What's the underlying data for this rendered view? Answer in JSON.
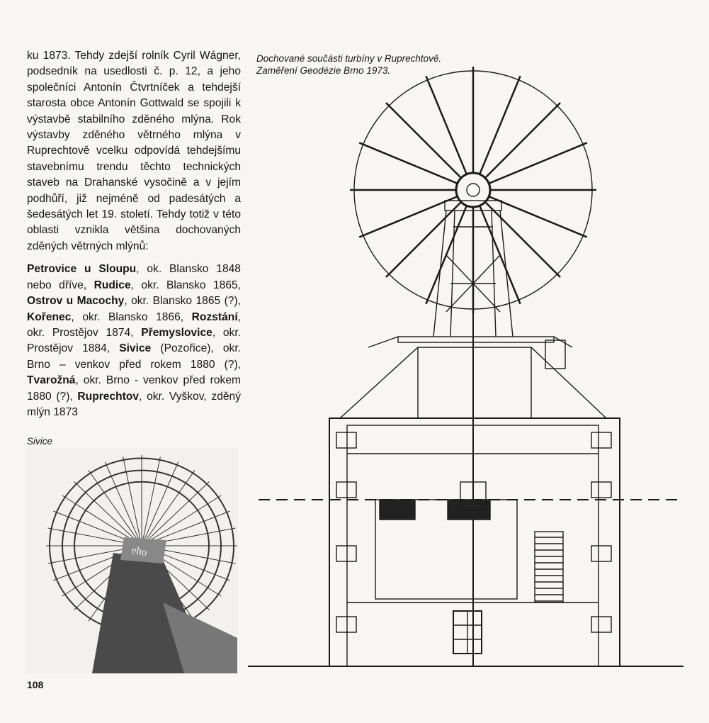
{
  "page_number": "108",
  "paragraph_1": "ku 1873. Tehdy zdejší rolník Cyril Wágner, podsedník na usedlosti č. p. 12, a jeho společníci Antonín Čtvrtníček a tehdejší starosta obce Antonín Gottwald se spojili k výstavbě stabilního zděného mlýna. Rok výstavby zděného větrného mlýna v Ruprechtově vcelku odpovídá tehdejšímu stavebnímu trendu těchto technických staveb na Drahanské vysočině a v jejím podhůří, již nejméně od padesátých a šedesátých let 19. století. Tehdy totiž v této oblasti vznikla většina dochovaných zděných větrných mlýnů:",
  "mill_list": [
    {
      "name": "Petrovice u Sloupu",
      "detail": ", ok. Blansko 1848 nebo dříve, "
    },
    {
      "name": "Rudice",
      "detail": ", okr. Blansko 1865, "
    },
    {
      "name": "Ostrov u Macochy",
      "detail": ", okr. Blansko 1865 (?), "
    },
    {
      "name": "Kořenec",
      "detail": ", okr. Blansko 1866, "
    },
    {
      "name": "Rozstání",
      "detail": ", okr. Prostějov 1874, "
    },
    {
      "name": "Přemyslovice",
      "detail": ", okr. Prostějov 1884, "
    },
    {
      "name": "Sivice",
      "detail": " (Pozořice), okr. Brno – venkov před rokem 1880 (?), "
    },
    {
      "name": "Tvarožná",
      "detail": ", okr. Brno - venkov před rokem 1880 (?), "
    },
    {
      "name": "Ruprechtov",
      "detail": ", okr. Vyškov, zděný mlýn 1873"
    }
  ],
  "photo_caption": "Sivice",
  "drawing_caption_line1": "Dochované součásti turbíny v Ruprechtově.",
  "drawing_caption_line2": "Zaměření Geodézie Brno 1973.",
  "photo_sign_text": "eho"
}
